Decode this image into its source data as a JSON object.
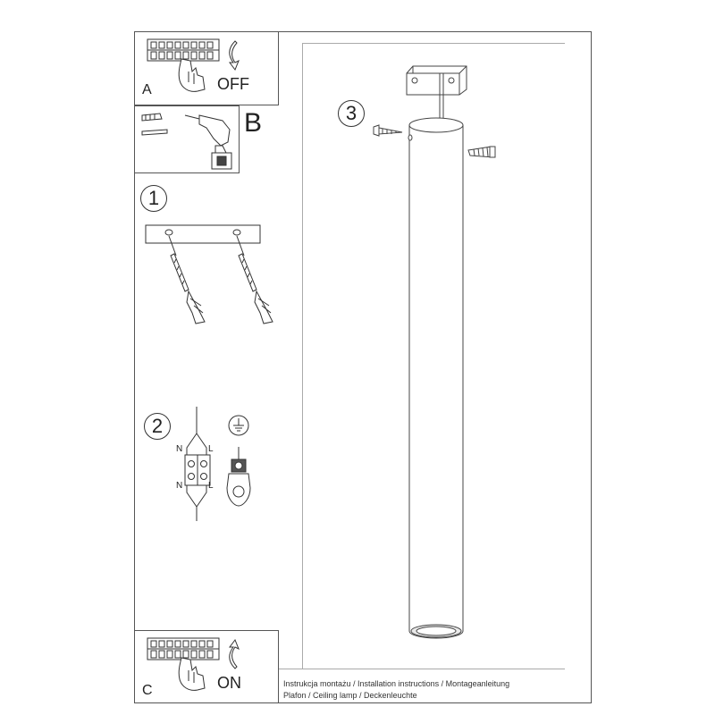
{
  "panels": {
    "a": {
      "letter": "A",
      "state": "OFF"
    },
    "b": {
      "letter": "B"
    },
    "c": {
      "letter": "C",
      "state": "ON"
    }
  },
  "steps": {
    "one": "1",
    "two": "2",
    "three": "3"
  },
  "wiring": {
    "n_top": "N",
    "l_top": "L",
    "n_bottom": "N",
    "l_bottom": "L"
  },
  "footer": {
    "line1": "Instrukcja montażu / Installation instructions / Montageanleitung",
    "line2": "Plafon / Ceiling lamp / Deckenleuchte"
  }
}
